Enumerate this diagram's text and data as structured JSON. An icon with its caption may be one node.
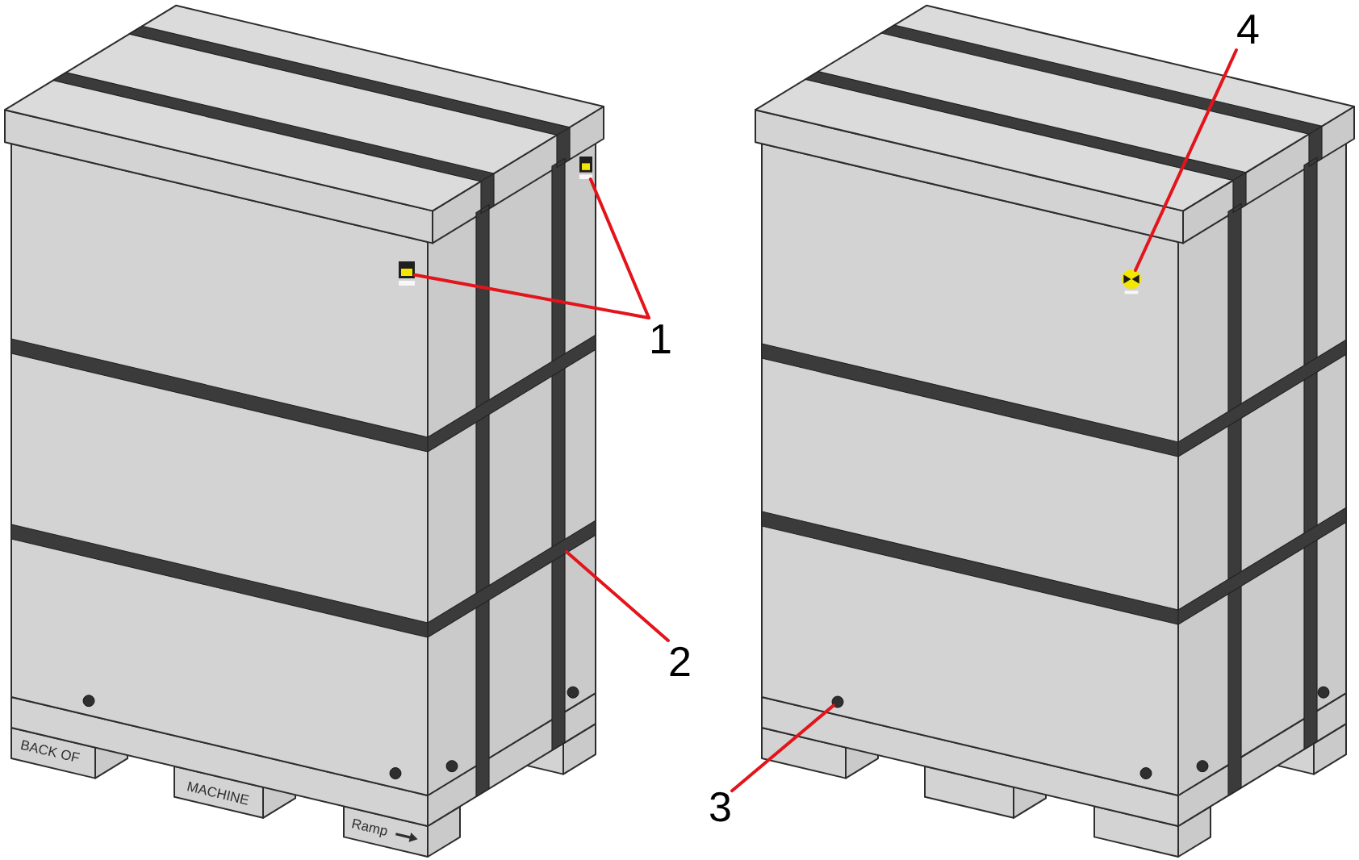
{
  "diagram": {
    "nodes": [
      {
        "text": [
          "1"
        ]
      },
      {
        "text": [
          "2"
        ]
      },
      {
        "text": [
          "3"
        ]
      },
      {
        "text": [
          "4"
        ]
      },
      {
        "text": [],
        "shape": "picture"
      },
      {
        "text": [],
        "shape": "picture"
      },
      {
        "text": [],
        "shape": "bar"
      },
      {
        "text": [],
        "shape": "circle"
      },
      {
        "text": [],
        "shape": "picture"
      }
    ],
    "edges": [
      {
        "from": 0,
        "to": 4,
        "arrow": "none"
      },
      {
        "from": 0,
        "to": 5,
        "arrow": "none"
      },
      {
        "from": 1,
        "to": 6,
        "arrow": "none"
      },
      {
        "from": 2,
        "to": 7,
        "arrow": "none"
      },
      {
        "from": 3,
        "to": 8,
        "arrow": "none"
      }
    ],
    "labels": [
      "BACK OF",
      "MACHINE",
      "Ramp"
    ]
  }
}
